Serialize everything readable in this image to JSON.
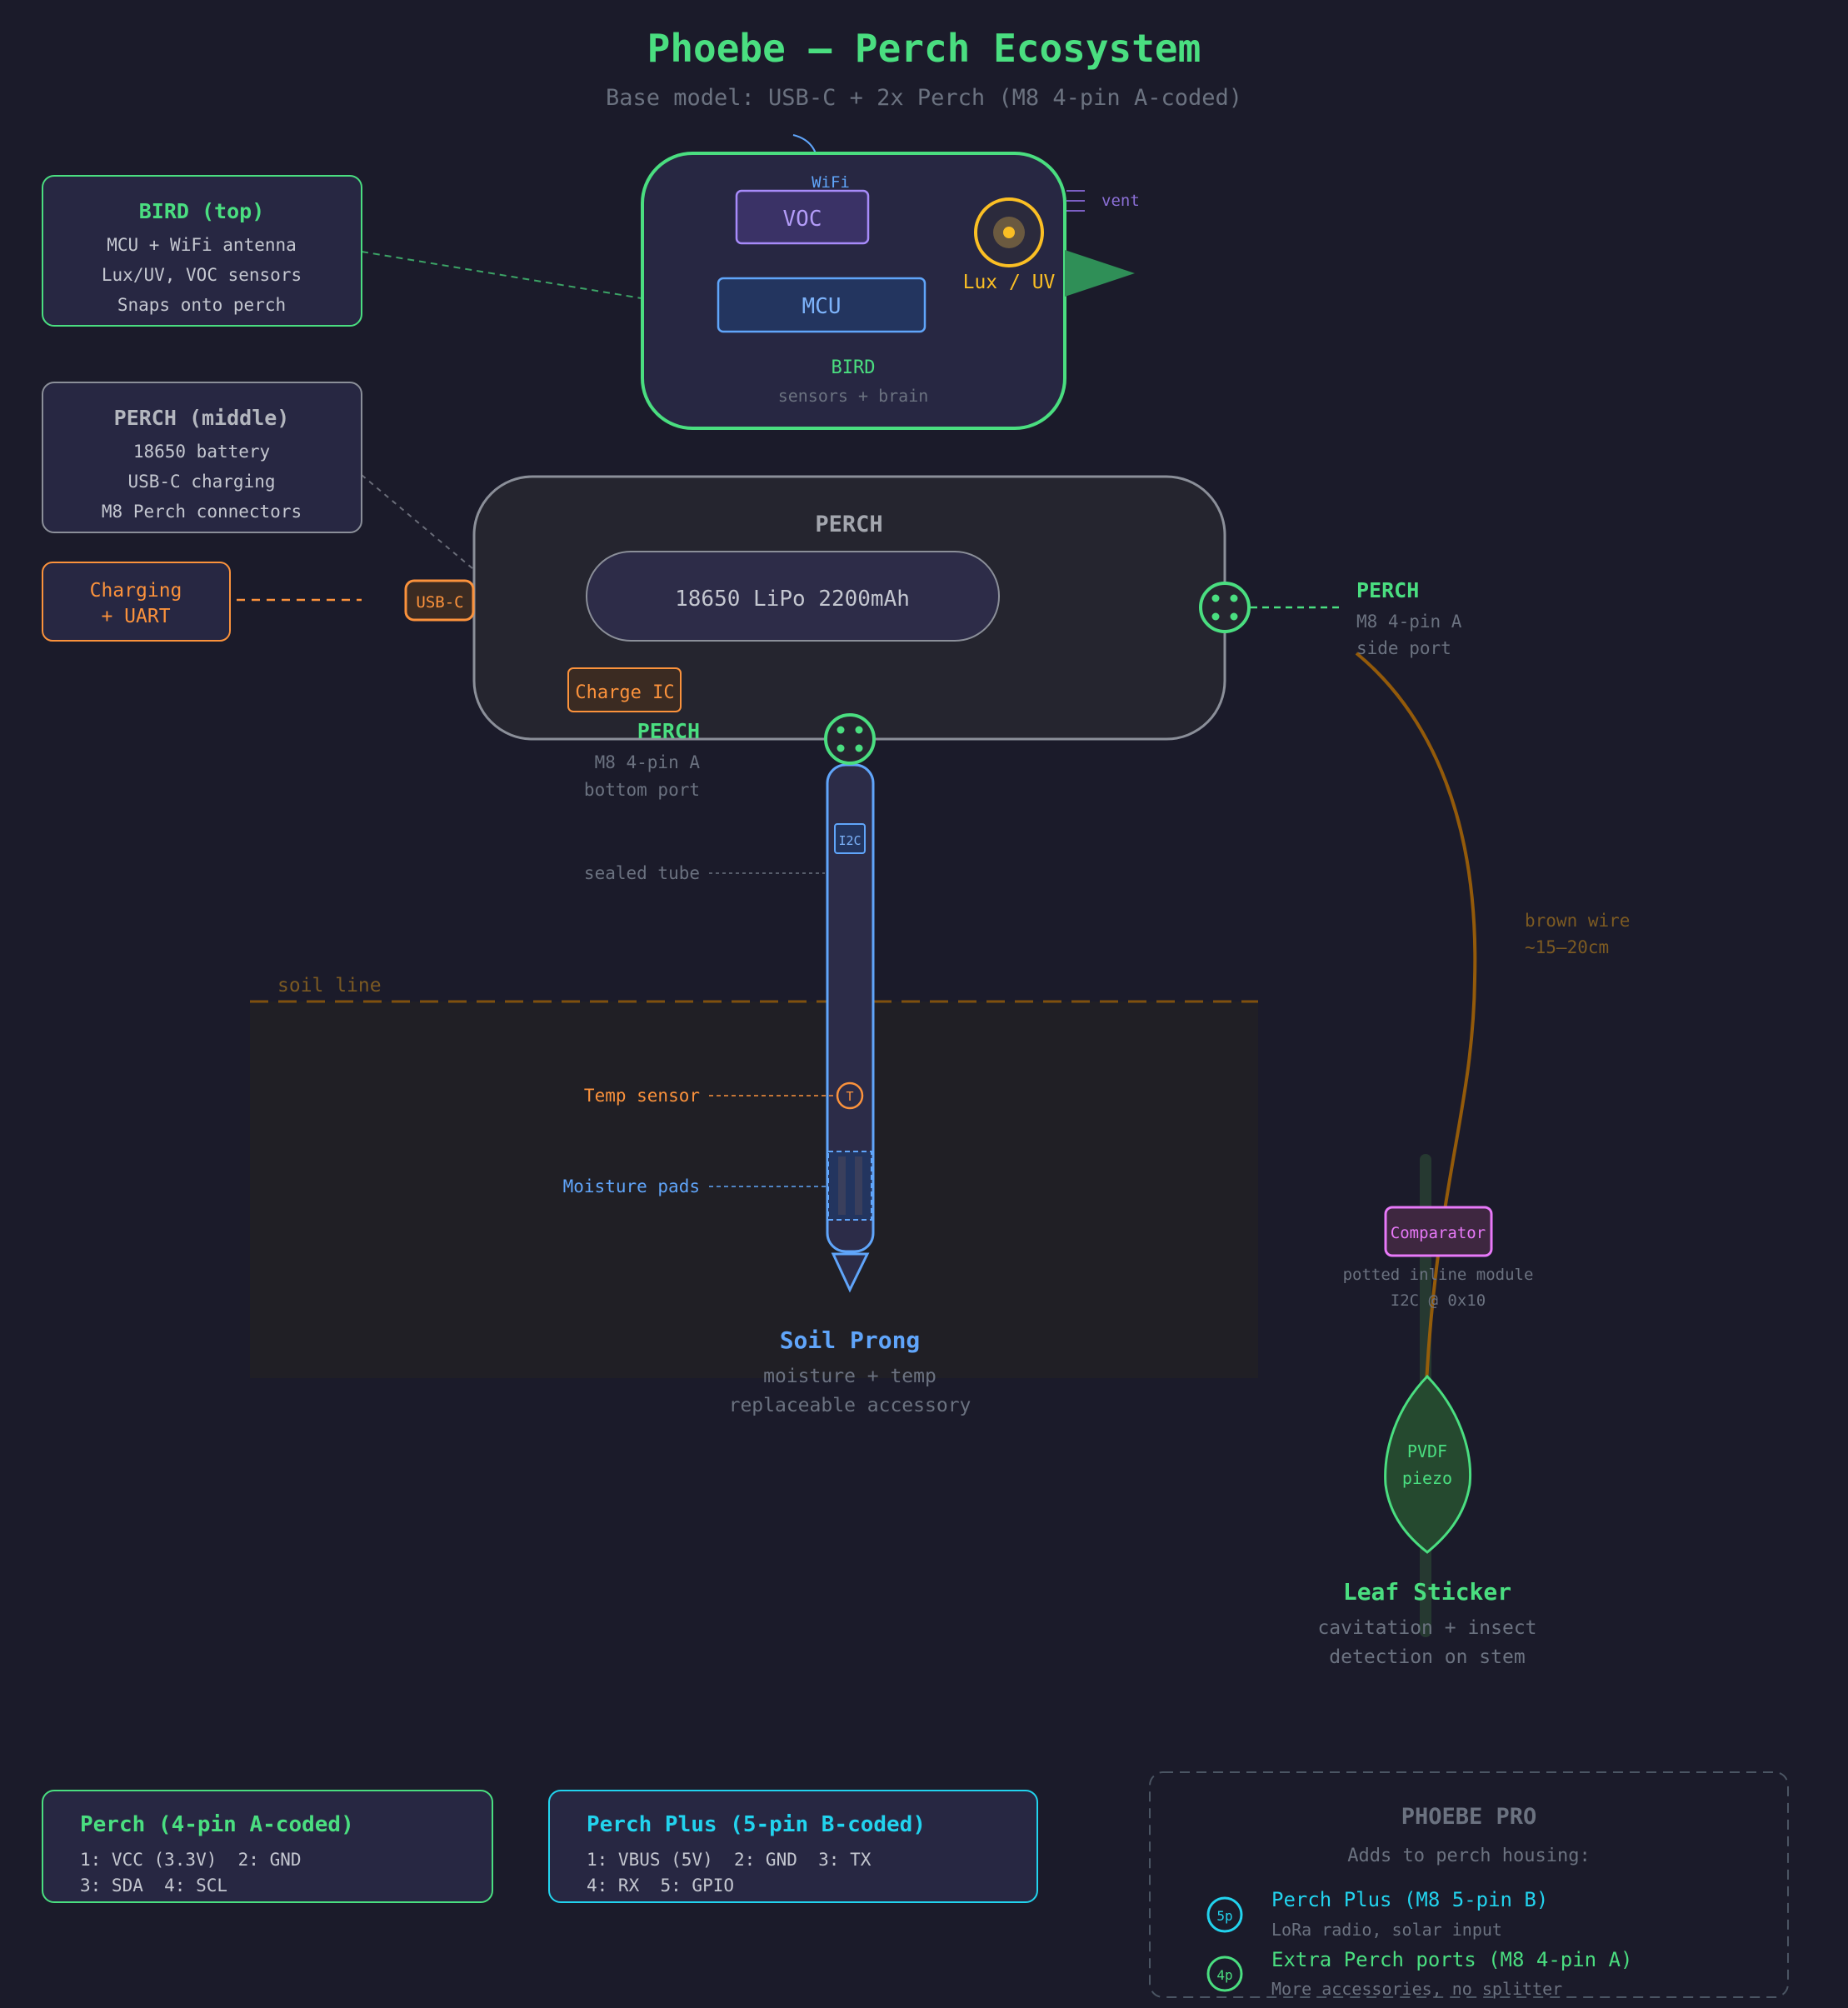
{
  "header": {
    "title": "Phoebe — Perch Ecosystem",
    "subtitle": "Base model: USB-C + 2x Perch (M8 4-pin A-coded)"
  },
  "callouts": {
    "bird": {
      "title": "BIRD (top)",
      "lines": [
        "MCU + WiFi antenna",
        "Lux/UV, VOC sensors",
        "Snaps onto perch"
      ]
    },
    "perch": {
      "title": "PERCH (middle)",
      "lines": [
        "18650 battery",
        "USB-C charging",
        "M8 Perch connectors"
      ]
    },
    "charging": {
      "lines": [
        "Charging",
        "+ UART"
      ]
    }
  },
  "bird": {
    "wifi_label": "WiFi",
    "voc_label": "VOC",
    "mcu_label": "MCU",
    "lux_label": "Lux / UV",
    "vent_label": "vent",
    "name": "BIRD",
    "caption": "sensors + brain"
  },
  "perch": {
    "title": "PERCH",
    "battery_label": "18650 LiPo 2200mAh",
    "charge_ic_label": "Charge IC",
    "usbc_label": "USB-C",
    "side_port": {
      "title": "PERCH",
      "lines": [
        "M8 4-pin A",
        "side port"
      ]
    },
    "bottom_port": {
      "title": "PERCH",
      "lines": [
        "M8 4-pin A",
        "bottom port"
      ]
    }
  },
  "prong": {
    "i2c_label": "I2C",
    "sealed_tube_label": "sealed tube",
    "soil_line_label": "soil line",
    "temp_sensor_label": "Temp sensor",
    "temp_glyph": "T",
    "moisture_label": "Moisture pads",
    "title": "Soil Prong",
    "lines": [
      "moisture + temp",
      "replaceable accessory"
    ]
  },
  "leaf": {
    "wire_lines": [
      "brown wire",
      "~15–20cm"
    ],
    "comparator_label": "Comparator",
    "module_lines": [
      "potted inline module",
      "I2C @ 0x10"
    ],
    "piezo_lines": [
      "PVDF",
      "piezo"
    ],
    "title": "Leaf Sticker",
    "lines": [
      "cavitation + insect",
      "detection on stem"
    ]
  },
  "legend": {
    "perch4": {
      "title": "Perch (4-pin A-coded)",
      "lines": [
        "1: VCC (3.3V)  2: GND",
        "3: SDA  4: SCL"
      ]
    },
    "perch5": {
      "title": "Perch Plus (5-pin B-coded)",
      "lines": [
        "1: VBUS (5V)  2: GND  3: TX",
        "4: RX  5: GPIO"
      ]
    },
    "pro": {
      "title": "PHOEBE PRO",
      "subtitle": "Adds to perch housing:",
      "items": [
        {
          "badge": "5p",
          "title": "Perch Plus (M8 5-pin B)",
          "desc": "LoRa radio, solar input"
        },
        {
          "badge": "4p",
          "title": "Extra Perch ports (M8 4-pin A)",
          "desc": "More accessories, no splitter"
        }
      ]
    }
  },
  "colors": {
    "background": "#1b1b2a",
    "green": "#4ade80",
    "orange": "#fb923c",
    "blue": "#60a5fa",
    "purple": "#a78bfa",
    "yellow": "#fbbf24",
    "cyan": "#22d3ee",
    "pink": "#e879f9",
    "brown": "#a16207",
    "gray": "#9ca3af"
  }
}
